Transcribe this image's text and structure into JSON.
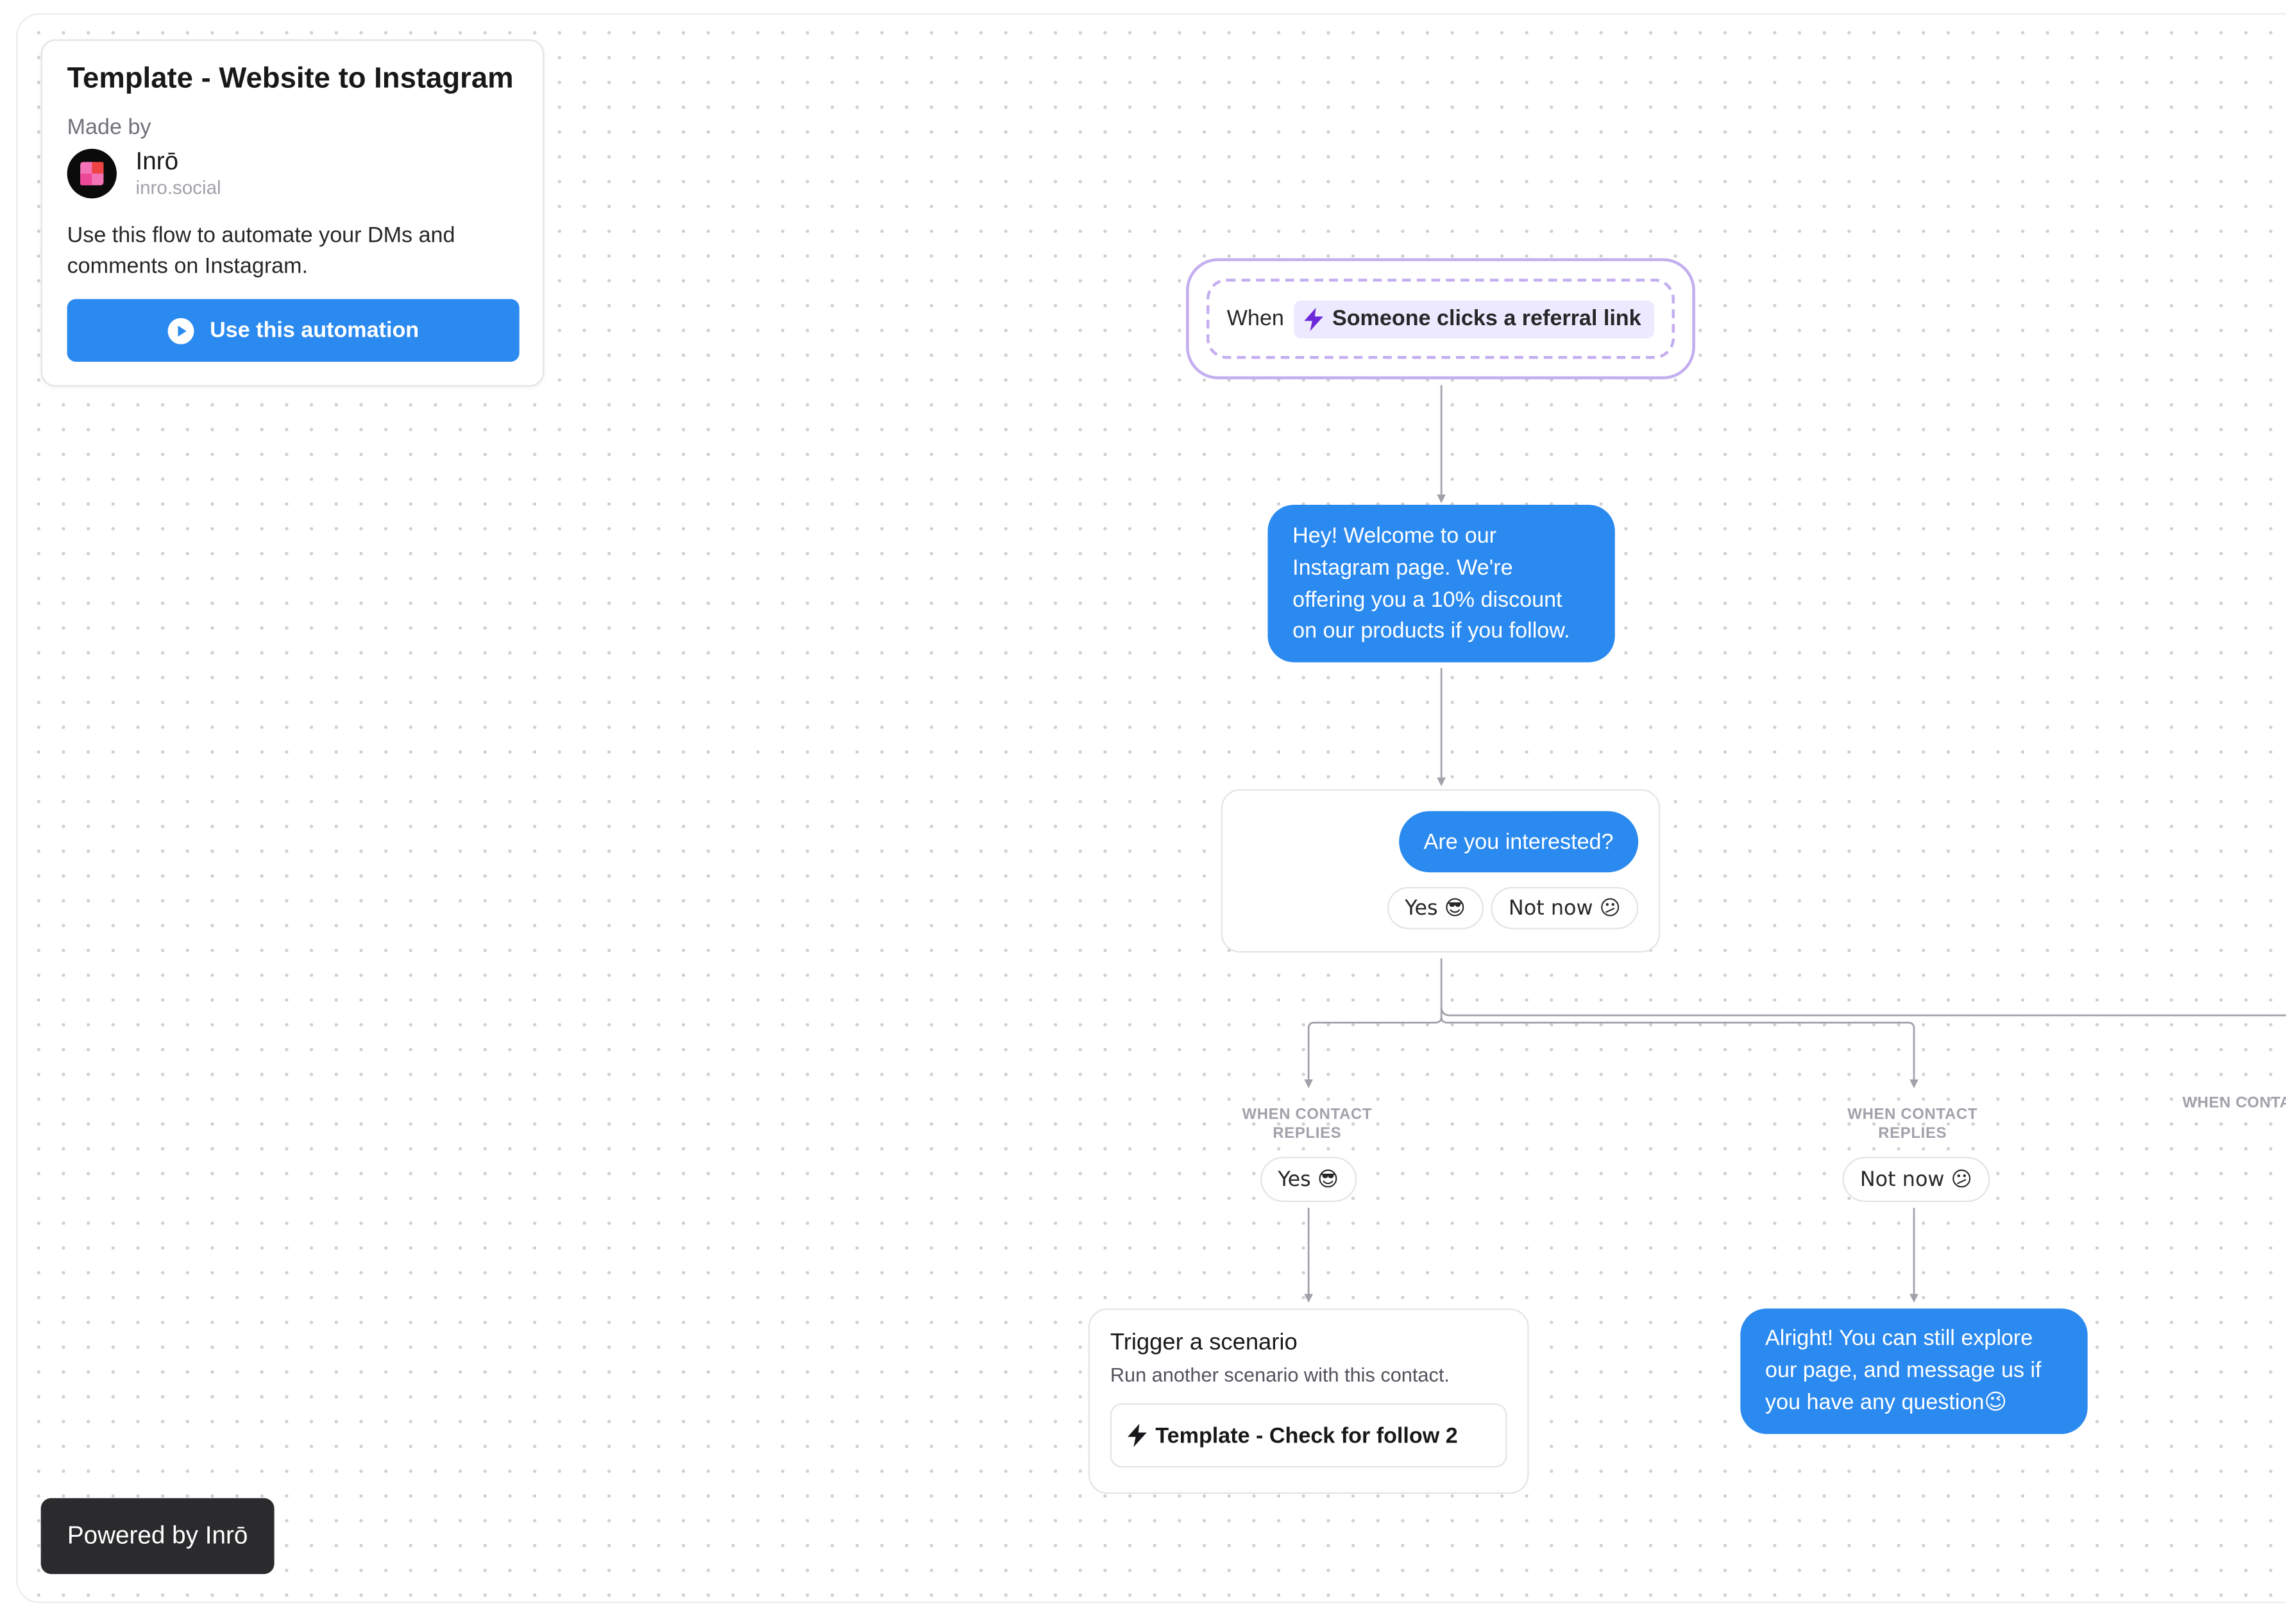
{
  "info": {
    "title": "Template - Website to Instagram",
    "made_by_label": "Made by",
    "author_name": "Inrō",
    "author_domain": "inro.social",
    "description": "Use this flow to automate your DMs and comments on Instagram.",
    "use_button_label": "Use this automation"
  },
  "powered_by": "Powered by Inrō",
  "trigger": {
    "when_label": "When",
    "event_label": "Someone clicks a referral link"
  },
  "welcome_message": "Hey! Welcome to our Instagram page. We're offering you a 10% discount on our products if you follow.",
  "question": {
    "text": "Are you interested?",
    "options": [
      "Yes 😎",
      "Not now 😕"
    ]
  },
  "branches": {
    "label": "WHEN CONTACT REPLIES",
    "label_truncated": "WHEN CONTA",
    "yes_chip": "Yes 😎",
    "no_chip": "Not now 😕"
  },
  "scenario": {
    "title": "Trigger a scenario",
    "description": "Run another scenario with this contact.",
    "target": "Template - Check for follow 2"
  },
  "decline_message": "Alright! You can still explore our page, and message us if you have any question😉",
  "colors": {
    "primary": "#2b8aef",
    "trigger_border": "#c4aef0",
    "trigger_chip_bg": "#ede9fe",
    "bolt": "#6d28d9"
  }
}
